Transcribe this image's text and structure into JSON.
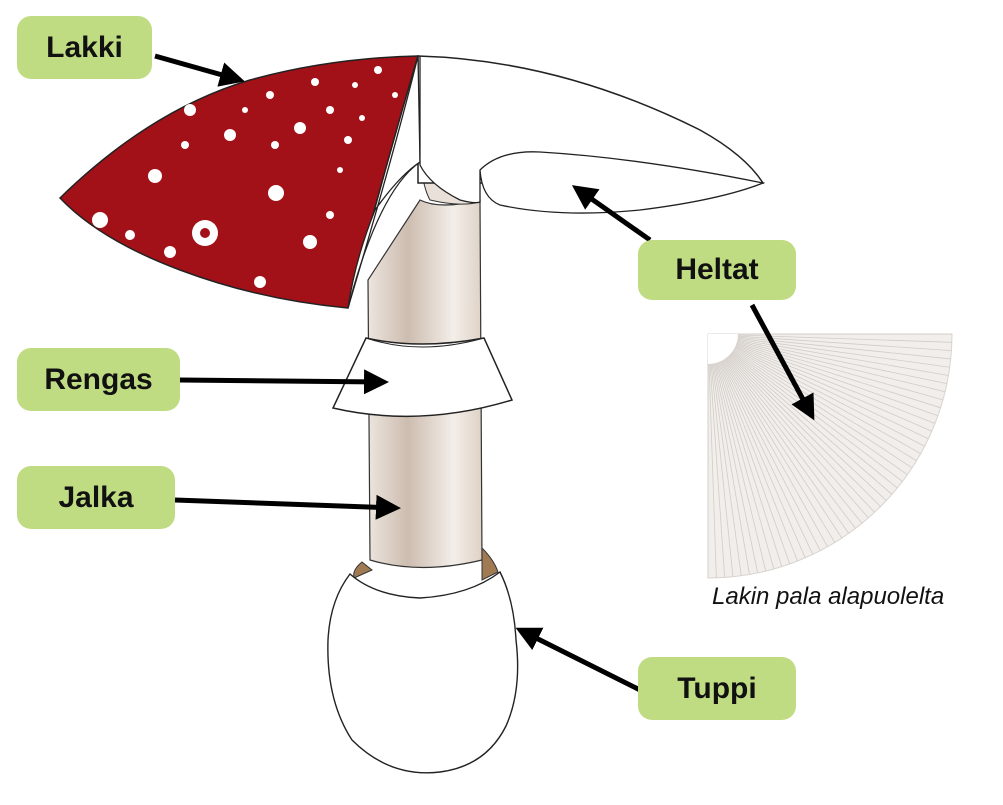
{
  "labels": {
    "cap": "Lakki",
    "gills": "Heltat",
    "ring": "Rengas",
    "stem": "Jalka",
    "volva": "Tuppi"
  },
  "caption": "Lakin pala alapuolelta",
  "colors": {
    "label_bg": "#c0dc82",
    "cap_red": "#a31118",
    "stem": "#e6ddd4",
    "stem_shadow": "#c9b6a6",
    "gill_fan": "#f1eeec",
    "outline": "#222222"
  }
}
